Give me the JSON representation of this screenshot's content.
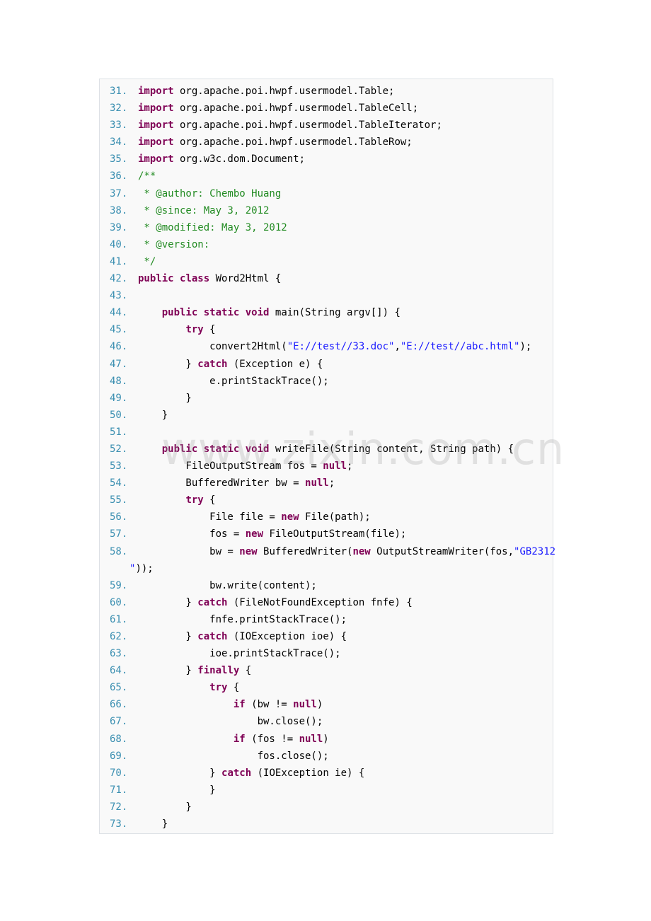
{
  "watermark": "www.zixin.com.cn",
  "colors": {
    "line_number": "#3b8fb1",
    "keyword": "#7f0055",
    "comment": "#228b22",
    "string": "#1a1aff",
    "background": "#f9f9f9",
    "border": "#dde1e6"
  },
  "code": {
    "language": "java",
    "lines": [
      {
        "n": "31.",
        "segments": [
          [
            "kw",
            "import"
          ],
          [
            "t",
            " org.apache.poi.hwpf.usermodel.Table;"
          ]
        ]
      },
      {
        "n": "32.",
        "segments": [
          [
            "kw",
            "import"
          ],
          [
            "t",
            " org.apache.poi.hwpf.usermodel.TableCell;"
          ]
        ]
      },
      {
        "n": "33.",
        "segments": [
          [
            "kw",
            "import"
          ],
          [
            "t",
            " org.apache.poi.hwpf.usermodel.TableIterator;"
          ]
        ]
      },
      {
        "n": "34.",
        "segments": [
          [
            "kw",
            "import"
          ],
          [
            "t",
            " org.apache.poi.hwpf.usermodel.TableRow;"
          ]
        ]
      },
      {
        "n": "35.",
        "segments": [
          [
            "kw",
            "import"
          ],
          [
            "t",
            " org.w3c.dom.Document;"
          ]
        ]
      },
      {
        "n": "36.",
        "segments": [
          [
            "cm",
            "/**"
          ]
        ]
      },
      {
        "n": "37.",
        "segments": [
          [
            "cm",
            " * @author: Chembo Huang"
          ]
        ]
      },
      {
        "n": "38.",
        "segments": [
          [
            "cm",
            " * @since: May 3, 2012"
          ]
        ]
      },
      {
        "n": "39.",
        "segments": [
          [
            "cm",
            " * @modified: May 3, 2012"
          ]
        ]
      },
      {
        "n": "40.",
        "segments": [
          [
            "cm",
            " * @version:"
          ]
        ]
      },
      {
        "n": "41.",
        "segments": [
          [
            "cm",
            " */"
          ]
        ]
      },
      {
        "n": "42.",
        "segments": [
          [
            "kw",
            "public"
          ],
          [
            "t",
            " "
          ],
          [
            "kw",
            "class"
          ],
          [
            "t",
            " Word2Html {"
          ]
        ]
      },
      {
        "n": "43.",
        "segments": []
      },
      {
        "n": "44.",
        "segments": [
          [
            "t",
            "    "
          ],
          [
            "kw",
            "public"
          ],
          [
            "t",
            " "
          ],
          [
            "kw",
            "static"
          ],
          [
            "t",
            " "
          ],
          [
            "kw",
            "void"
          ],
          [
            "t",
            " main(String argv[]) {"
          ]
        ]
      },
      {
        "n": "45.",
        "segments": [
          [
            "t",
            "        "
          ],
          [
            "kw",
            "try"
          ],
          [
            "t",
            " {"
          ]
        ]
      },
      {
        "n": "46.",
        "segments": [
          [
            "t",
            "            convert2Html("
          ],
          [
            "st",
            "\"E://test//33.doc\""
          ],
          [
            "t",
            ","
          ],
          [
            "st",
            "\"E://test//abc.html\""
          ],
          [
            "t",
            ");"
          ]
        ]
      },
      {
        "n": "47.",
        "segments": [
          [
            "t",
            "        } "
          ],
          [
            "kw",
            "catch"
          ],
          [
            "t",
            " (Exception e) {"
          ]
        ]
      },
      {
        "n": "48.",
        "segments": [
          [
            "t",
            "            e.printStackTrace();"
          ]
        ]
      },
      {
        "n": "49.",
        "segments": [
          [
            "t",
            "        }"
          ]
        ]
      },
      {
        "n": "50.",
        "segments": [
          [
            "t",
            "    }"
          ]
        ]
      },
      {
        "n": "51.",
        "segments": []
      },
      {
        "n": "52.",
        "segments": [
          [
            "t",
            "    "
          ],
          [
            "kw",
            "public"
          ],
          [
            "t",
            " "
          ],
          [
            "kw",
            "static"
          ],
          [
            "t",
            " "
          ],
          [
            "kw",
            "void"
          ],
          [
            "t",
            " writeFile(String content, String path) {"
          ]
        ]
      },
      {
        "n": "53.",
        "segments": [
          [
            "t",
            "        FileOutputStream fos = "
          ],
          [
            "kw",
            "null"
          ],
          [
            "t",
            ";"
          ]
        ]
      },
      {
        "n": "54.",
        "segments": [
          [
            "t",
            "        BufferedWriter bw = "
          ],
          [
            "kw",
            "null"
          ],
          [
            "t",
            ";"
          ]
        ]
      },
      {
        "n": "55.",
        "segments": [
          [
            "t",
            "        "
          ],
          [
            "kw",
            "try"
          ],
          [
            "t",
            " {"
          ]
        ]
      },
      {
        "n": "56.",
        "segments": [
          [
            "t",
            "            File file = "
          ],
          [
            "kw",
            "new"
          ],
          [
            "t",
            " File(path);"
          ]
        ]
      },
      {
        "n": "57.",
        "segments": [
          [
            "t",
            "            fos = "
          ],
          [
            "kw",
            "new"
          ],
          [
            "t",
            " FileOutputStream(file);"
          ]
        ]
      },
      {
        "n": "58.",
        "segments": [
          [
            "t",
            "            bw = "
          ],
          [
            "kw",
            "new"
          ],
          [
            "t",
            " BufferedWriter("
          ],
          [
            "kw",
            "new"
          ],
          [
            "t",
            " OutputStreamWriter(fos,"
          ],
          [
            "st",
            "\"GB2312"
          ]
        ],
        "wrap": [
          [
            "st",
            "\""
          ],
          [
            "t",
            "));"
          ]
        ]
      },
      {
        "n": "59.",
        "segments": [
          [
            "t",
            "            bw.write(content);"
          ]
        ]
      },
      {
        "n": "60.",
        "segments": [
          [
            "t",
            "        } "
          ],
          [
            "kw",
            "catch"
          ],
          [
            "t",
            " (FileNotFoundException fnfe) {"
          ]
        ]
      },
      {
        "n": "61.",
        "segments": [
          [
            "t",
            "            fnfe.printStackTrace();"
          ]
        ]
      },
      {
        "n": "62.",
        "segments": [
          [
            "t",
            "        } "
          ],
          [
            "kw",
            "catch"
          ],
          [
            "t",
            " (IOException ioe) {"
          ]
        ]
      },
      {
        "n": "63.",
        "segments": [
          [
            "t",
            "            ioe.printStackTrace();"
          ]
        ]
      },
      {
        "n": "64.",
        "segments": [
          [
            "t",
            "        } "
          ],
          [
            "kw",
            "finally"
          ],
          [
            "t",
            " {"
          ]
        ]
      },
      {
        "n": "65.",
        "segments": [
          [
            "t",
            "            "
          ],
          [
            "kw",
            "try"
          ],
          [
            "t",
            " {"
          ]
        ]
      },
      {
        "n": "66.",
        "segments": [
          [
            "t",
            "                "
          ],
          [
            "kw",
            "if"
          ],
          [
            "t",
            " (bw != "
          ],
          [
            "kw",
            "null"
          ],
          [
            "t",
            ")"
          ]
        ]
      },
      {
        "n": "67.",
        "segments": [
          [
            "t",
            "                    bw.close();"
          ]
        ]
      },
      {
        "n": "68.",
        "segments": [
          [
            "t",
            "                "
          ],
          [
            "kw",
            "if"
          ],
          [
            "t",
            " (fos != "
          ],
          [
            "kw",
            "null"
          ],
          [
            "t",
            ")"
          ]
        ]
      },
      {
        "n": "69.",
        "segments": [
          [
            "t",
            "                    fos.close();"
          ]
        ]
      },
      {
        "n": "70.",
        "segments": [
          [
            "t",
            "            } "
          ],
          [
            "kw",
            "catch"
          ],
          [
            "t",
            " (IOException ie) {"
          ]
        ]
      },
      {
        "n": "71.",
        "segments": [
          [
            "t",
            "            }"
          ]
        ]
      },
      {
        "n": "72.",
        "segments": [
          [
            "t",
            "        }"
          ]
        ]
      },
      {
        "n": "73.",
        "segments": [
          [
            "t",
            "    }"
          ]
        ]
      }
    ]
  }
}
